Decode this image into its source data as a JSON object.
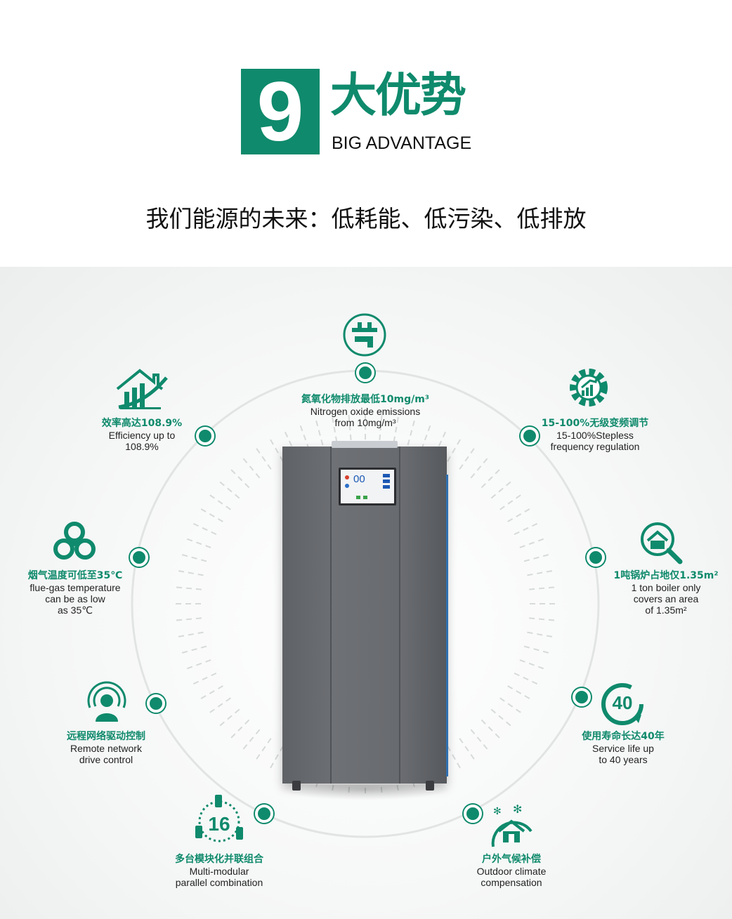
{
  "header": {
    "badge_number": "9",
    "title_cn": "大优势",
    "title_en": "BIG ADVANTAGE"
  },
  "slogan": "我们能源的未来：低耗能、低污染、低排放",
  "colors": {
    "accent": "#0f8a6c",
    "machine": "#65686c",
    "edge": "#2f6fb0"
  },
  "machine": {
    "screen_value": "00"
  },
  "features": [
    {
      "id": "nox",
      "icon": "node-icon",
      "cn": "氮氧化物排放最低10mg/m³",
      "en": [
        "Nitrogen oxide emissions",
        "from 10mg/m³"
      ]
    },
    {
      "id": "efficiency",
      "icon": "house-chart-icon",
      "cn": "效率高达108.9%",
      "en": [
        "Efficiency up to",
        "108.9%"
      ]
    },
    {
      "id": "stepless",
      "icon": "gear-chart-icon",
      "cn": "15-100%无级变频调节",
      "en": [
        "15-100%Stepless",
        "frequency regulation"
      ]
    },
    {
      "id": "fluegas",
      "icon": "recycle-icon",
      "cn": "烟气温度可低至35℃",
      "en": [
        "flue-gas temperature",
        "can be as low",
        "as 35℃"
      ]
    },
    {
      "id": "area",
      "icon": "house-magnifier-icon",
      "cn": "1吨锅炉占地仅1.35m²",
      "en": [
        "1 ton boiler only",
        "covers an area",
        "of 1.35m²"
      ]
    },
    {
      "id": "remote",
      "icon": "remote-user-icon",
      "cn": "远程网络驱动控制",
      "en": [
        "Remote network",
        "drive control"
      ]
    },
    {
      "id": "life",
      "icon": "forty-years-icon",
      "icon_text": "40",
      "cn": "使用寿命长达40年",
      "en": [
        "Service life up",
        "to 40 years"
      ]
    },
    {
      "id": "modular",
      "icon": "sixteen-modules-icon",
      "icon_text": "16",
      "cn": "多台模块化并联组合",
      "en": [
        "Multi-modular",
        "parallel combination"
      ]
    },
    {
      "id": "climate",
      "icon": "snow-house-icon",
      "cn": "户外气候补偿",
      "en": [
        "Outdoor climate",
        "compensation"
      ]
    }
  ]
}
